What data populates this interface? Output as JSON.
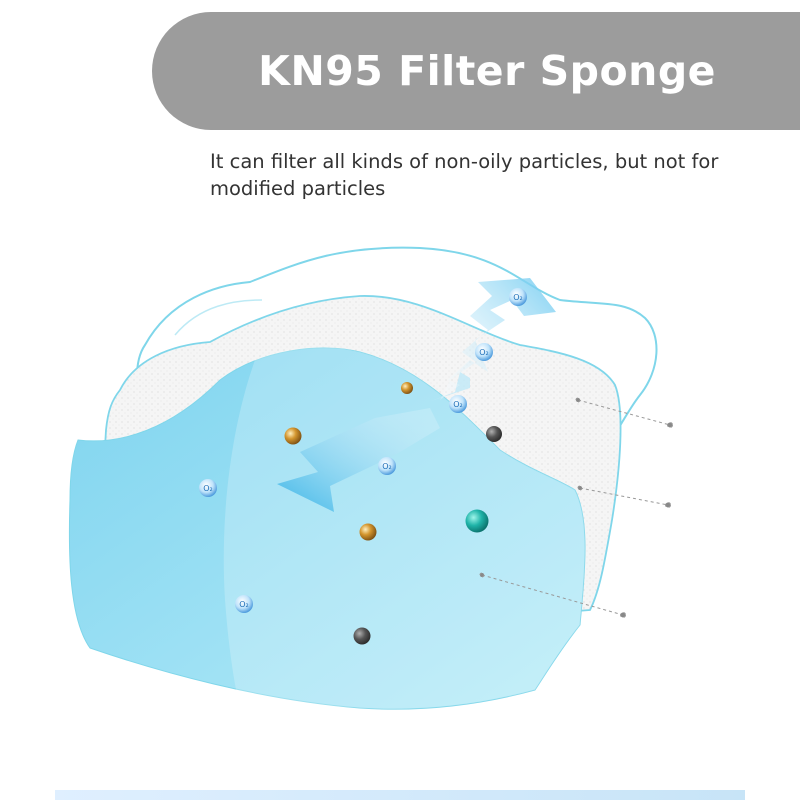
{
  "banner": {
    "title": "KN95 Filter Sponge"
  },
  "description": "It can filter all kinds of non-oily particles, but not for modified particles",
  "molecule_label": "O₂",
  "colors": {
    "banner": "#9c9c9c",
    "outer_layer_stroke": "#7fd6ea",
    "sponge_layer": "#f4f4f4",
    "inner_layer": "#8fdcf2",
    "arrow": "#4fbde8",
    "particle_gold": "#c98a2b",
    "particle_gray": "#555555",
    "particle_teal": "#1fb3a8",
    "oxygen_bubble": "#3a8fd8"
  },
  "icons": [
    "oxygen-molecule-icon",
    "dust-particle-icon",
    "airflow-arrow-icon"
  ]
}
